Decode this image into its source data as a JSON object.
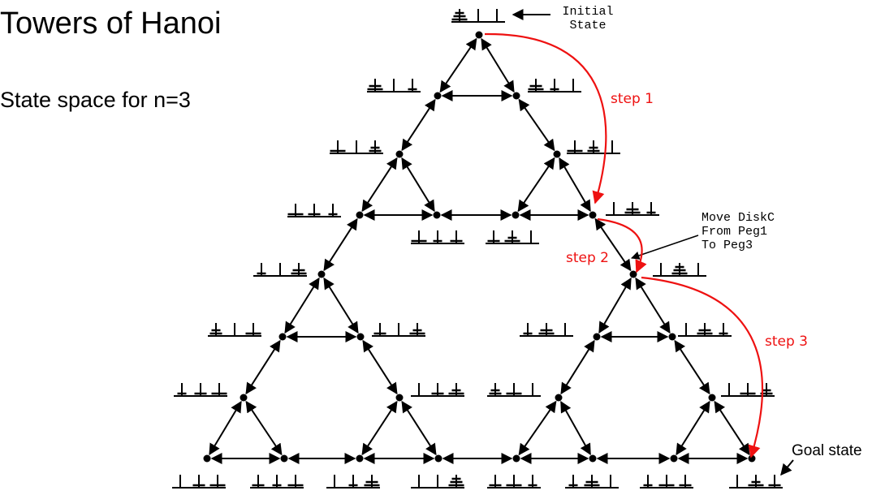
{
  "slide": {
    "title": "Towers of Hanoi",
    "subtitle": "State space for n=3"
  },
  "annotations": {
    "initial_line1": "Initial",
    "initial_line2": "State",
    "move_line1": "Move DiskC",
    "move_line2": "From Peg1",
    "move_line3": "To Peg3",
    "step1": "step 1",
    "step2": "step 2",
    "step3": "step 3",
    "goal": "Goal state"
  },
  "colors": {
    "graph": "#000000",
    "highlight": "#ee1111"
  },
  "states": [
    {
      "id": "111",
      "pegs": [
        [
          3,
          2,
          1
        ],
        [],
        []
      ]
    },
    {
      "id": "112",
      "pegs": [
        [
          3,
          2
        ],
        [],
        [
          1
        ]
      ]
    },
    {
      "id": "113",
      "pegs": [
        [
          3,
          2
        ],
        [
          1
        ],
        []
      ]
    },
    {
      "id": "122",
      "pegs": [
        [
          3
        ],
        [],
        [
          2,
          1
        ]
      ]
    },
    {
      "id": "123",
      "pegs": [
        [
          3
        ],
        [
          2
        ],
        [
          1
        ]
      ]
    },
    {
      "id": "132",
      "pegs": [
        [
          3
        ],
        [
          1
        ],
        [
          2
        ]
      ]
    },
    {
      "id": "133",
      "pegs": [
        [
          3
        ],
        [
          2,
          1
        ],
        []
      ]
    },
    {
      "id": "222",
      "pegs": [
        [],
        [],
        [
          3,
          2,
          1
        ]
      ]
    },
    {
      "id": "223",
      "pegs": [
        [
          1
        ],
        [],
        [
          3,
          2
        ]
      ]
    },
    {
      "id": "232",
      "pegs": [
        [],
        [
          1
        ],
        [
          3,
          2
        ]
      ]
    },
    {
      "id": "233",
      "pegs": [
        [],
        [
          2
        ],
        [
          3,
          1
        ]
      ]
    },
    {
      "id": "231",
      "pegs": [
        [
          2
        ],
        [],
        [
          3,
          1
        ]
      ]
    },
    {
      "id": "221",
      "pegs": [
        [
          2,
          1
        ],
        [],
        [
          3
        ]
      ]
    },
    {
      "id": "211",
      "pegs": [
        [
          1
        ],
        [
          2
        ],
        [
          3
        ]
      ]
    },
    {
      "id": "212",
      "pegs": [
        [],
        [
          2
        ],
        [
          3
        ]
      ]
    },
    {
      "id": "213",
      "pegs": [
        [
          2
        ],
        [
          1
        ],
        [
          3
        ]
      ]
    },
    {
      "id": "333",
      "pegs": [
        [],
        [
          3,
          2,
          1
        ],
        []
      ]
    },
    {
      "id": "331",
      "pegs": [
        [
          1
        ],
        [
          3,
          2
        ],
        []
      ]
    },
    {
      "id": "332",
      "pegs": [
        [],
        [
          3,
          2
        ],
        [
          1
        ]
      ]
    },
    {
      "id": "311",
      "pegs": [
        [
          2,
          1
        ],
        [
          3
        ],
        []
      ]
    },
    {
      "id": "322",
      "pegs": [
        [],
        [
          3
        ],
        [
          2,
          1
        ]
      ]
    },
    {
      "id": "321",
      "pegs": [
        [
          1
        ],
        [
          3
        ],
        [
          2
        ]
      ]
    },
    {
      "id": "312",
      "pegs": [
        [
          2
        ],
        [
          3
        ],
        [
          1
        ]
      ]
    },
    {
      "id": "313",
      "pegs": [
        [
          1
        ],
        [
          3,
          2
        ],
        []
      ]
    },
    {
      "id": "323",
      "pegs": [
        [],
        [
          3,
          1
        ],
        [
          2
        ]
      ]
    },
    {
      "id": "325",
      "pegs": [
        [
          2
        ],
        [
          3,
          1
        ],
        []
      ]
    },
    {
      "id": "326",
      "pegs": [
        [],
        [
          3,
          2
        ],
        [
          1
        ]
      ]
    }
  ],
  "edges": [
    [
      "111",
      "112"
    ],
    [
      "111",
      "113"
    ],
    [
      "112",
      "113"
    ],
    [
      "112",
      "122"
    ],
    [
      "113",
      "133"
    ],
    [
      "122",
      "123"
    ],
    [
      "122",
      "132"
    ],
    [
      "123",
      "132"
    ],
    [
      "133",
      "132"
    ],
    [
      "133",
      "123"
    ],
    [
      "123",
      "223"
    ],
    [
      "133",
      "333"
    ],
    [
      "223",
      "221"
    ],
    [
      "223",
      "231"
    ],
    [
      "221",
      "231"
    ],
    [
      "221",
      "211"
    ],
    [
      "231",
      "233"
    ],
    [
      "211",
      "212"
    ],
    [
      "211",
      "213"
    ],
    [
      "212",
      "213"
    ],
    [
      "233",
      "232"
    ],
    [
      "233",
      "222"
    ],
    [
      "232",
      "222"
    ],
    [
      "333",
      "331"
    ],
    [
      "333",
      "332"
    ],
    [
      "331",
      "332"
    ],
    [
      "331",
      "311"
    ],
    [
      "332",
      "322"
    ],
    [
      "311",
      "312"
    ],
    [
      "311",
      "313"
    ],
    [
      "312",
      "313"
    ],
    [
      "322",
      "321"
    ],
    [
      "322",
      "323"
    ],
    [
      "321",
      "323"
    ],
    [
      "313",
      "326"
    ],
    [
      "323",
      "212"
    ]
  ]
}
